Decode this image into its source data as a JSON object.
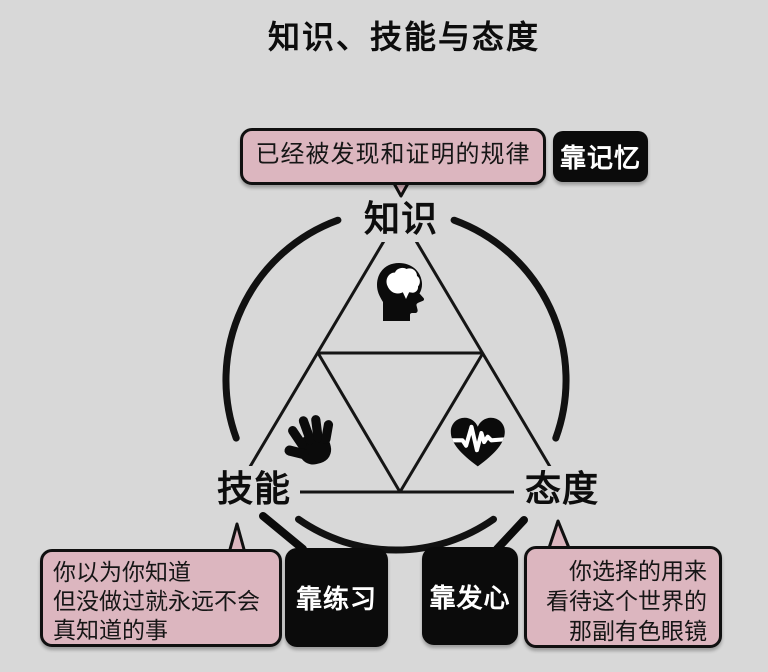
{
  "title": "知识、技能与态度",
  "nodes": {
    "knowledge": {
      "label": "知识",
      "callout": "已经被发现和证明的规律",
      "method": "靠记忆",
      "icon": "head-with-brain-icon"
    },
    "skill": {
      "label": "技能",
      "callout_lines": [
        "你以为你知道",
        "但没做过就永远不会",
        "真知道的事"
      ],
      "method": "靠练习",
      "icon": "open-hand-icon"
    },
    "attitude": {
      "label": "态度",
      "callout_lines": [
        "你选择的用来",
        "看待这个世界的",
        "那副有色眼镜"
      ],
      "method": "靠发心",
      "icon": "heart-with-pulse-icon"
    }
  },
  "colors": {
    "background": "#d8d8d8",
    "callout_pink": "#dcb6bf",
    "ink_black": "#0b0b0b",
    "method_text": "#ffffff"
  }
}
